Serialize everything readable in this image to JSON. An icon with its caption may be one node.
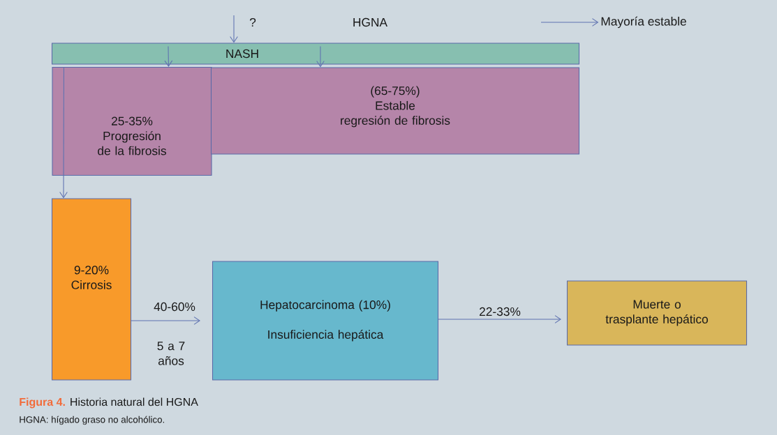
{
  "diagram": {
    "caption": "**Figura 4.** Historia natural del HGNA",
    "nodes": [
      {
        "text": [
          "HGNA"
        ]
      },
      {
        "text": [
          "NASH"
        ]
      },
      {
        "text": [
          "Mayoría estable"
        ]
      },
      {
        "text": [
          "25-35%",
          "Progresión de la fibrosis"
        ]
      },
      {
        "text": [
          "(65-75%)",
          "Estable",
          "regresión de fibrosis"
        ]
      },
      {
        "text": [
          "9-20%",
          "Cirrosis"
        ]
      },
      {
        "text": [
          "Hepatocarcinoma (10%)",
          "Insuficiencia hepática"
        ]
      },
      {
        "text": [
          "Muerte o trasplante hepático"
        ]
      }
    ],
    "edges": [
      {
        "from": null,
        "to": 1,
        "arrow": "to",
        "label": "?"
      },
      {
        "from": 1,
        "to": 3,
        "arrow": "to"
      },
      {
        "from": 1,
        "to": 4,
        "arrow": "to"
      },
      {
        "from": null,
        "to": 2,
        "arrow": "to"
      },
      {
        "from": 3,
        "to": 5,
        "arrow": "to"
      },
      {
        "from": 5,
        "to": 6,
        "arrow": "to",
        "label": "40-60%"
      },
      {
        "from": 6,
        "to": 7,
        "arrow": "to",
        "label": "22-33%"
      }
    ],
    "labels": [
      "5 a 7 años",
      "HGNA: hígado graso no alcohólico."
    ]
  }
}
